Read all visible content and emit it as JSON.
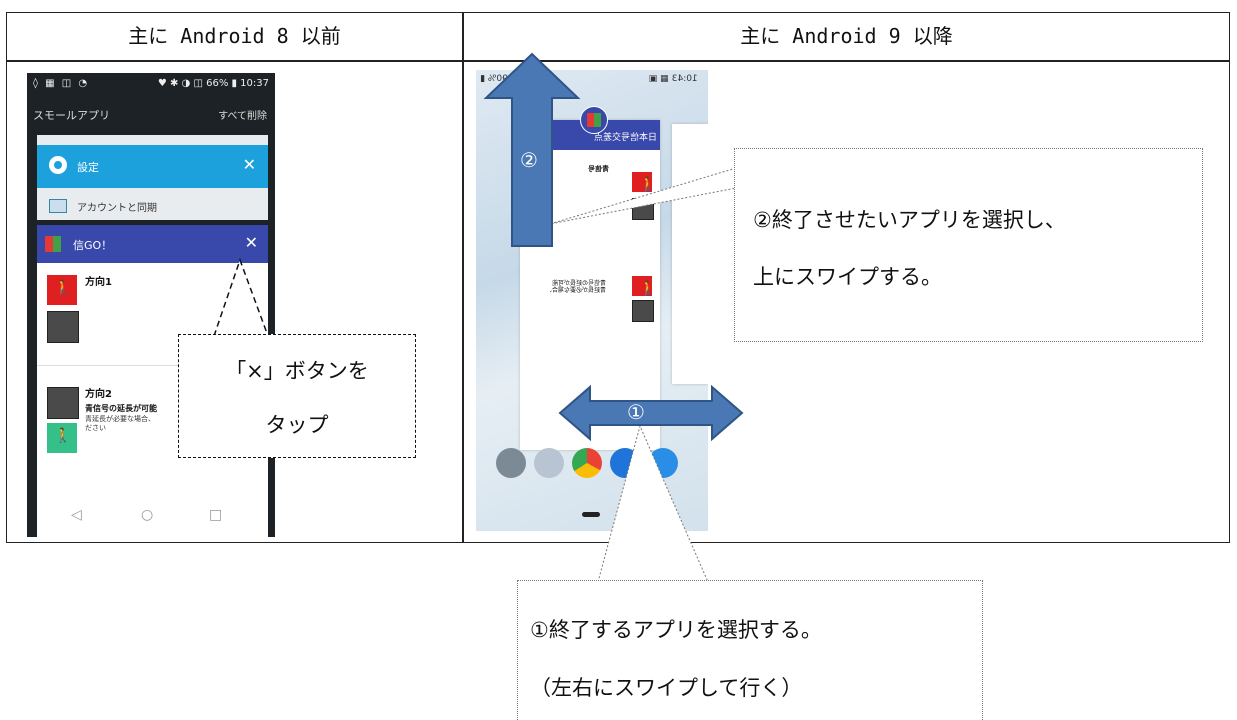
{
  "table": {
    "header_left": "主に Android 8 以前",
    "header_right": "主に Android 9 以降"
  },
  "left_phone": {
    "status_left": "◊ ▦ ◫ ◔",
    "status_right": "♥ ✱ ◑ ◫ 66% ▮ 10:37",
    "app_header": "スモールアプリ",
    "clear_all": "すべて削除",
    "settings_card_title": "設定",
    "settings_row": "アカウントと同期",
    "go_card_title": "信GO！",
    "close_glyph": "✕",
    "direction1": "方向1",
    "direction2": "方向2",
    "extend_text": "青信号の延長が可能",
    "need_text": "青延長が必要な場合、",
    "need_text2": "ださい",
    "nav_back": "◁",
    "nav_home": "○",
    "nav_recent": "□"
  },
  "right_phone": {
    "status_left": "90% ▮",
    "status_right": "10:43 ▦ ▣",
    "card_header": "日本信号交差点",
    "card_title": "青信号",
    "card_text1": "青信号の延長が可能",
    "card_text2": "青延長が必要な場合、"
  },
  "annotations": {
    "tap_line1": "「×」ボタンを",
    "tap_line2": "タップ",
    "swipe_up_line1": "②終了させたいアプリを選択し、",
    "swipe_up_line2": "上にスワイプする。",
    "select_line1": "①終了するアプリを選択する。",
    "select_line2": "（左右にスワイプして行く）",
    "arrow_up_label": "②",
    "arrow_lr_label": "①"
  },
  "colors": {
    "arrow_fill": "#4a78b4",
    "arrow_stroke": "#2f5586",
    "settings_blue": "#1da1dd",
    "app_indigo": "#3949ab"
  }
}
